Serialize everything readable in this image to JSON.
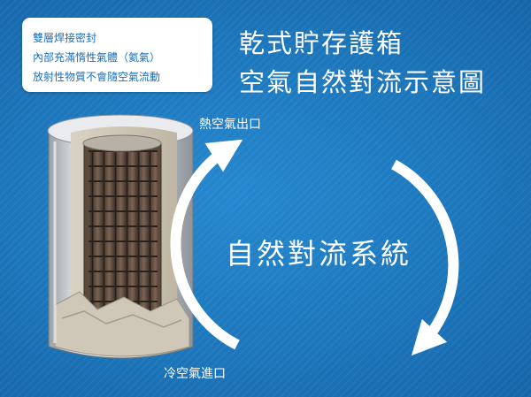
{
  "info_box": {
    "lines": [
      "雙層焊接密封",
      "內部充滿惰性氣體（氦氣）",
      "放射性物質不會隨空氣流動"
    ]
  },
  "title": {
    "line1": "乾式貯存護箱",
    "line2": "空氣自然對流示意圖"
  },
  "labels": {
    "hot_air_outlet": "熱空氣出口",
    "cold_air_inlet": "冷空氣進口",
    "center": "自然對流系統"
  },
  "colors": {
    "background": "#1f77bd",
    "box_text": "#1b6fb8",
    "text": "#ffffff",
    "arrow": "#ffffff"
  }
}
